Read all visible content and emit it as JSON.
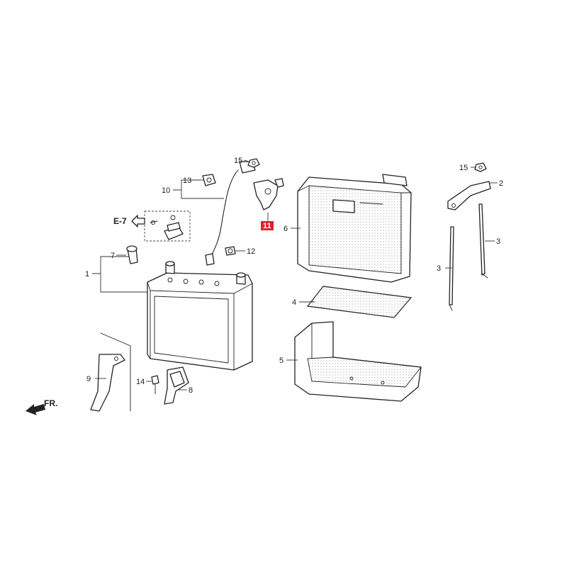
{
  "callouts": {
    "p1": "1",
    "p2": "2",
    "p3a": "3",
    "p3b": "3",
    "p4": "4",
    "p5": "5",
    "p6": "6",
    "p7": "7",
    "p8": "8",
    "p9": "9",
    "p10": "10",
    "p11": "11",
    "p12": "12",
    "p13": "13",
    "p14": "14",
    "p15a": "15",
    "p15b": "15"
  },
  "reference": {
    "section": "E-7",
    "front": "FR."
  },
  "colors": {
    "highlight": "#e0202a",
    "ink": "#222222"
  },
  "icons": [
    "arrow-left-icon",
    "front-direction-arrow-icon"
  ]
}
